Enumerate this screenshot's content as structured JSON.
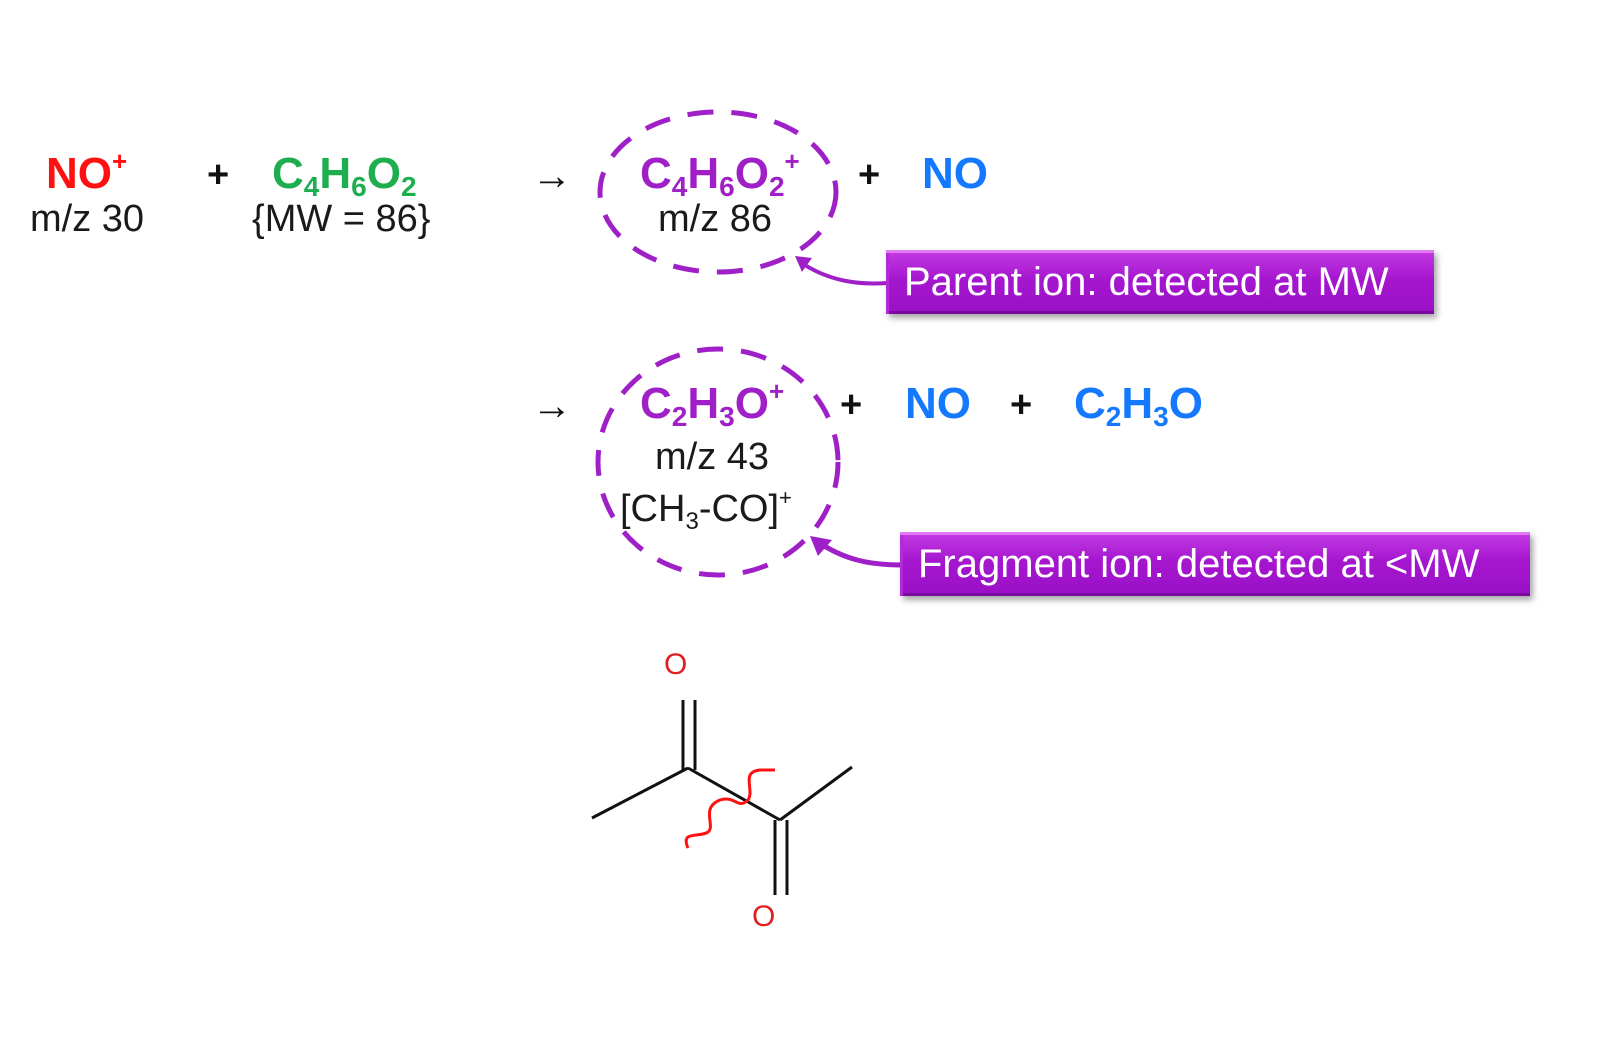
{
  "reactants": {
    "reagent_ion": {
      "formula": "NO",
      "charge": "+",
      "label": "m/z 30",
      "color": "#ff1111"
    },
    "plus": "+",
    "analyte": {
      "formula_parts": [
        "C",
        "4",
        "H",
        "6",
        "O",
        "2"
      ],
      "label": "{MW = 86}",
      "color": "#1fae4f"
    }
  },
  "pathway_1": {
    "arrow": "→",
    "product_ion": {
      "formula_parts": [
        "C",
        "4",
        "H",
        "6",
        "O",
        "2"
      ],
      "charge": "+",
      "label": "m/z 86",
      "color": "#a020c8"
    },
    "plus": "+",
    "neutral": {
      "formula": "NO",
      "color": "#1479ff"
    },
    "callout": {
      "text": "Parent ion: detected at MW"
    }
  },
  "pathway_2": {
    "arrow": "→",
    "product_ion": {
      "formula_parts": [
        "C",
        "2",
        "H",
        "3",
        "O"
      ],
      "charge": "+",
      "label": "m/z 43",
      "structure_parts": [
        "[CH",
        "3",
        "-CO]",
        "+"
      ],
      "color": "#a020c8"
    },
    "plus_1": "+",
    "neutral_1": {
      "formula": "NO",
      "color": "#1479ff"
    },
    "plus_2": "+",
    "neutral_2": {
      "formula_parts": [
        "C",
        "2",
        "H",
        "3",
        "O"
      ],
      "color": "#1479ff"
    },
    "callout": {
      "text": "Fragment ion: detected at <MW"
    }
  },
  "structure": {
    "name": "2,3-butanedione skeletal formula",
    "atom_labels": [
      "O",
      "O"
    ],
    "cleavage_mark": "wavy bond-cleavage line",
    "bond_color": "#111111",
    "atom_color": "#e02020",
    "cleavage_color": "#ff1111"
  },
  "colors": {
    "callout_bg": "#a517cf",
    "dashed_circle": "#a020c8"
  }
}
